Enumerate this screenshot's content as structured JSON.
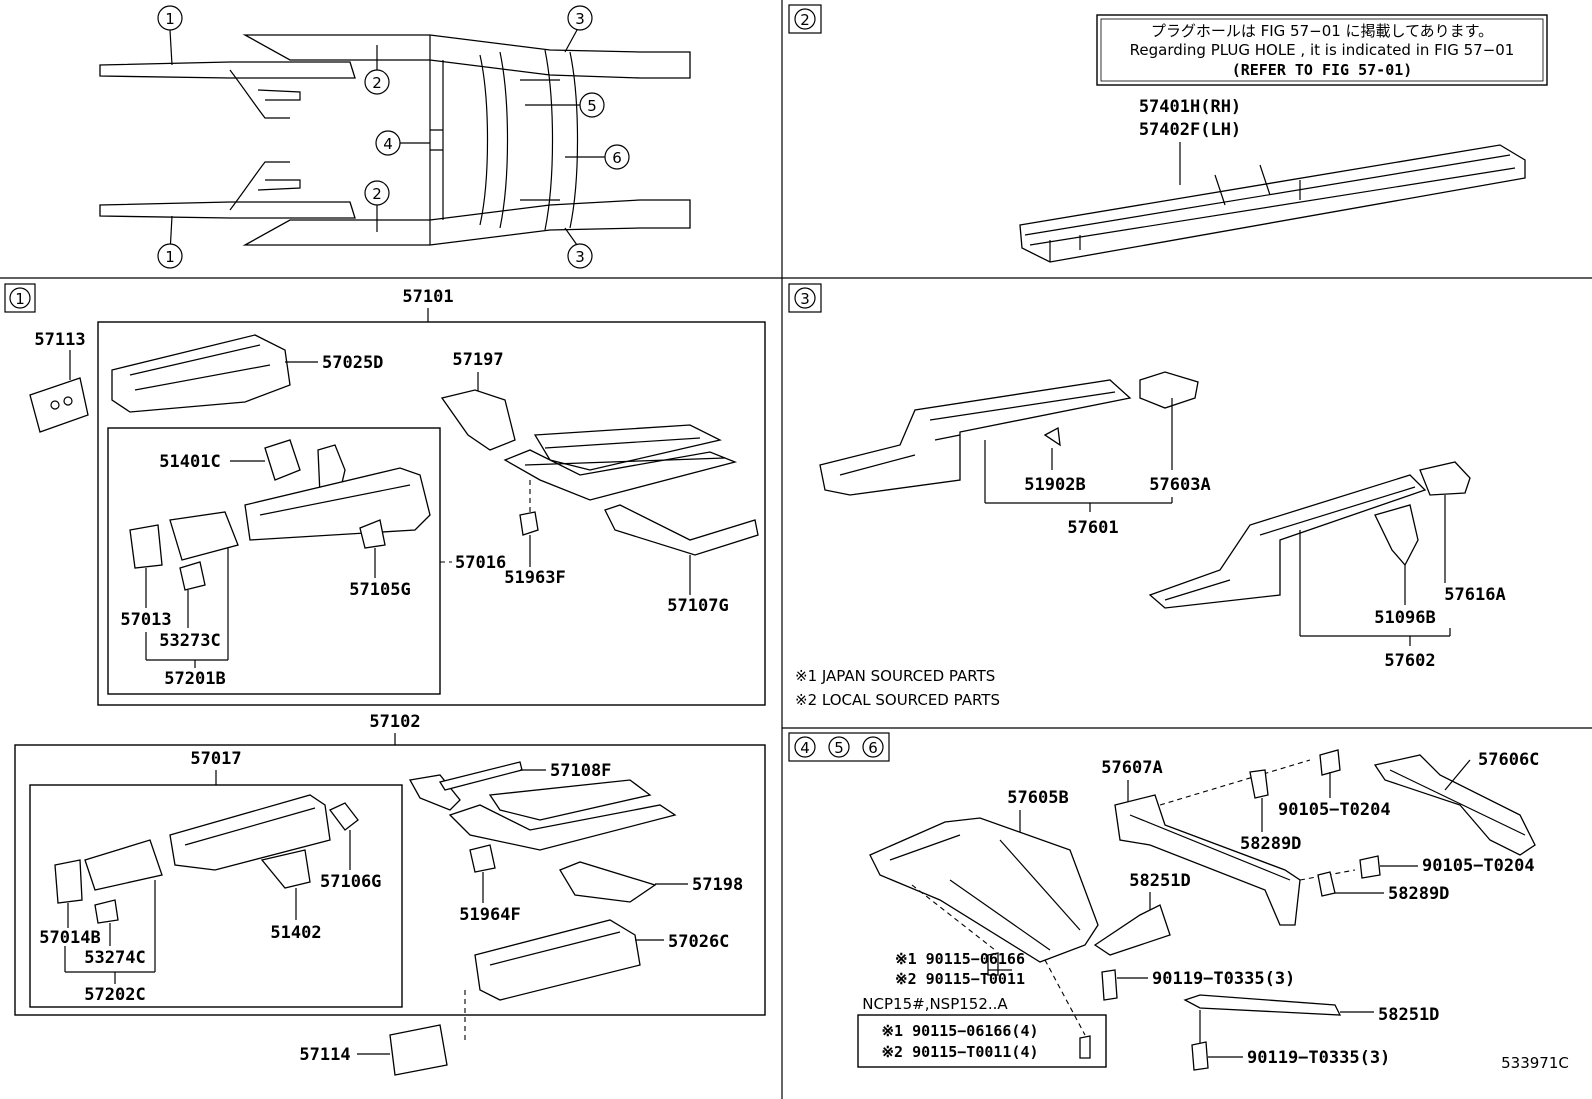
{
  "overview": {
    "callouts": [
      "1",
      "2",
      "3",
      "4",
      "5",
      "6",
      "2",
      "3",
      "1"
    ]
  },
  "sections": {
    "s2": {
      "tag": "2"
    },
    "s1": {
      "tag": "1"
    },
    "s3": {
      "tag": "3"
    },
    "s456": {
      "tags": [
        "4",
        "5",
        "6"
      ]
    }
  },
  "notice": {
    "line1": "プラグホールは FIG 57−01 に掲載してあります。",
    "line2": "Regarding  PLUG  HOLE , it is indicated in  FIG  57−01",
    "line3": "(REFER TO FIG 57-01)"
  },
  "parts": {
    "p57401H": "57401H(RH)",
    "p57402F": "57402F(LH)",
    "p57101": "57101",
    "p57113": "57113",
    "p57025D": "57025D",
    "p57197": "57197",
    "p51401C": "51401C",
    "p57016": "57016",
    "p57105G": "57105G",
    "p51963F": "51963F",
    "p57107G": "57107G",
    "p57013": "57013",
    "p53273C": "53273C",
    "p57201B": "57201B",
    "p57102": "57102",
    "p57017": "57017",
    "p57108F": "57108F",
    "p57106G": "57106G",
    "p51402": "51402",
    "p51964F": "51964F",
    "p57198": "57198",
    "p57014B": "57014B",
    "p53274C": "53274C",
    "p57202C": "57202C",
    "p57026C": "57026C",
    "p57114": "57114",
    "p51902B": "51902B",
    "p57603A": "57603A",
    "p57601": "57601",
    "p57616A": "57616A",
    "p51096B": "51096B",
    "p57602": "57602",
    "p57607A": "57607A",
    "p57606C": "57606C",
    "p57605B": "57605B",
    "p90105a": "90105−T0204",
    "p58289Da": "58289D",
    "p90105b": "90105−T0204",
    "p58289Db": "58289D",
    "p58251Da": "58251D",
    "p58251Db": "58251D",
    "p90119a": "90119−T0335(3)",
    "p90119b": "90119−T0335(3)"
  },
  "sourcing": {
    "japan": "※1 JAPAN SOURCED PARTS",
    "local": "※2 LOCAL SOURCED PARTS"
  },
  "bolts": {
    "b1": "※1 90115−06166",
    "b2": "※2 90115−T0011",
    "model": "NCP15#,NSP152..A",
    "box1": "※1 90115−06166(4)",
    "box2": "※2 90115−T0011(4)"
  },
  "illustration_id": "533971C"
}
